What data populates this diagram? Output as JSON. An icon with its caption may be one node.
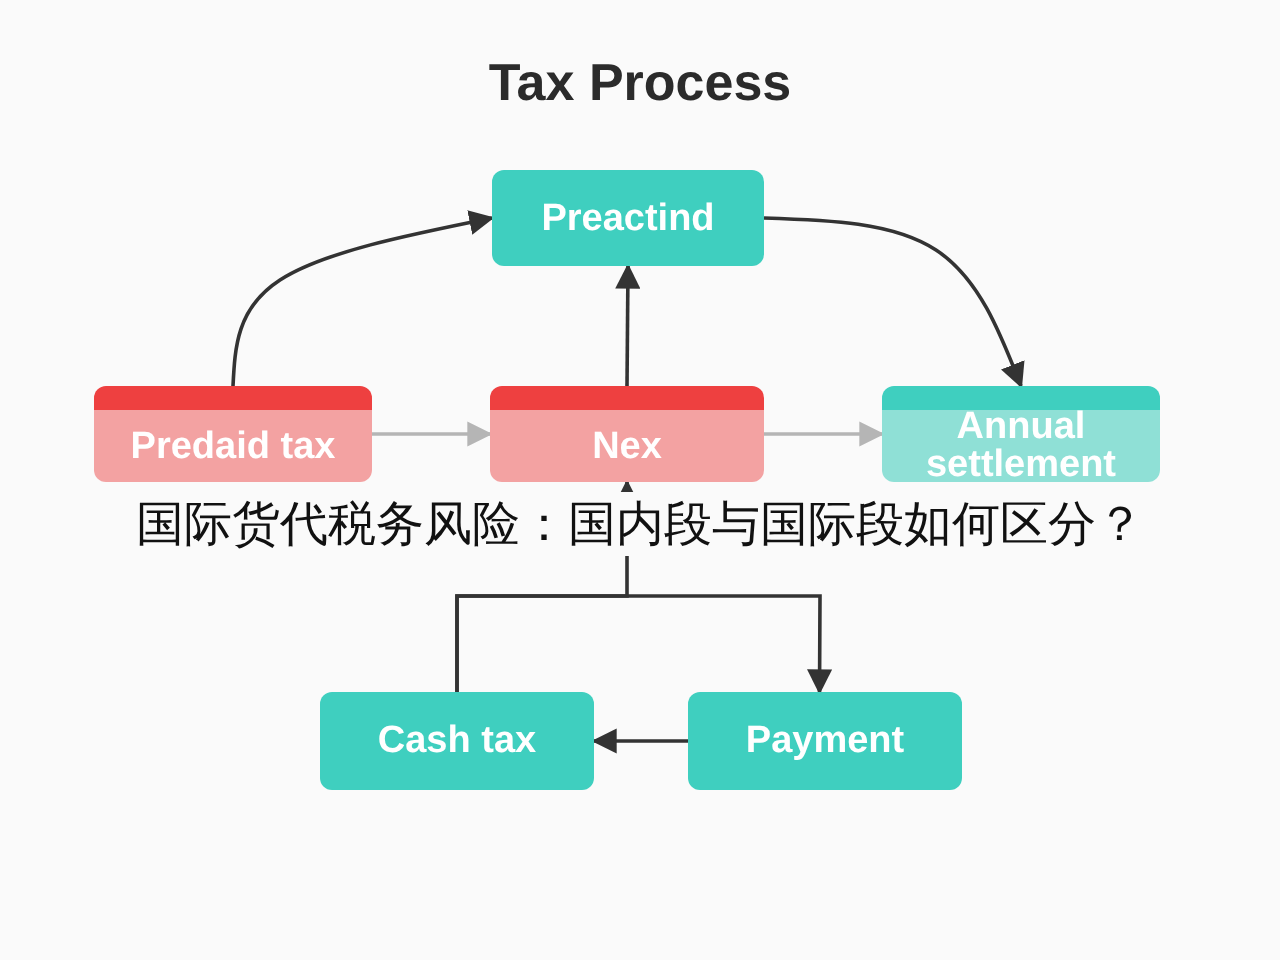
{
  "diagram": {
    "title": "Tax Process",
    "nodes": [
      {
        "text": [
          "Preactind"
        ]
      },
      {
        "text": [
          "Predaid tax"
        ]
      },
      {
        "text": [
          "Nex"
        ]
      },
      {
        "text": [
          "Annual settlement"
        ]
      },
      {
        "text": [
          "Cash tax"
        ]
      },
      {
        "text": [
          "Payment"
        ]
      }
    ],
    "edges": [
      {
        "from": 1,
        "to": 0,
        "arrow": "to"
      },
      {
        "from": 0,
        "to": 3,
        "arrow": "to"
      },
      {
        "from": 2,
        "to": 0,
        "arrow": "to"
      },
      {
        "from": 1,
        "to": 2,
        "arrow": "to",
        "color": "#b5b5b5"
      },
      {
        "from": 2,
        "to": 3,
        "arrow": "to",
        "color": "#b5b5b5"
      },
      {
        "from": 4,
        "to": 2,
        "arrow": "to"
      },
      {
        "from": 4,
        "to": 5,
        "arrow": "to"
      },
      {
        "from": 5,
        "to": 4,
        "arrow": "to"
      }
    ],
    "labels": [
      "国际货代税务风险：国内段与国际段如何区分？"
    ]
  }
}
